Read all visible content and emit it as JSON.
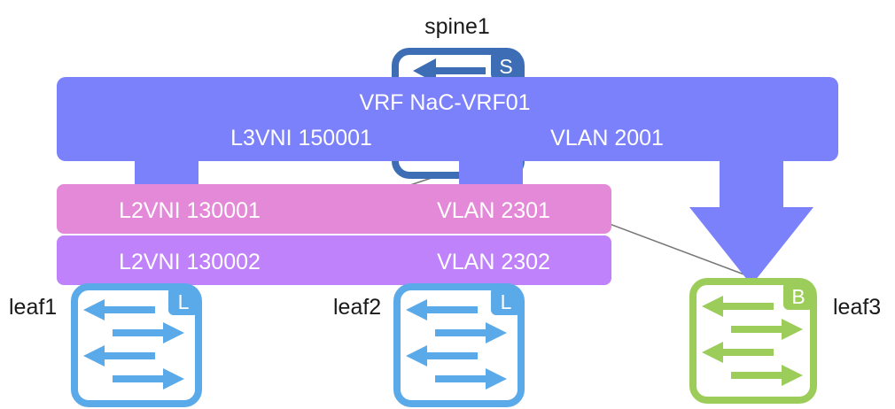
{
  "nodes": {
    "spine1": {
      "name": "spine1",
      "badge": "S"
    },
    "leaf1": {
      "name": "leaf1",
      "badge": "L"
    },
    "leaf2": {
      "name": "leaf2",
      "badge": "L"
    },
    "leaf3": {
      "name": "leaf3",
      "badge": "B"
    }
  },
  "vrf": {
    "title": "VRF NaC-VRF01",
    "l3vni": "L3VNI 150001",
    "vlan": "VLAN 2001"
  },
  "networks": [
    {
      "vni": "L2VNI 130001",
      "vlan": "VLAN 2301"
    },
    {
      "vni": "L2VNI 130002",
      "vlan": "VLAN 2302"
    }
  ],
  "colors": {
    "spine": "#3d6db5",
    "leaf": "#5aaaea",
    "border_leaf": "#9ccc5a",
    "vrf": "#7b80fb",
    "net1": "#e489d8",
    "net2": "#c082fb",
    "link": "#777777"
  }
}
